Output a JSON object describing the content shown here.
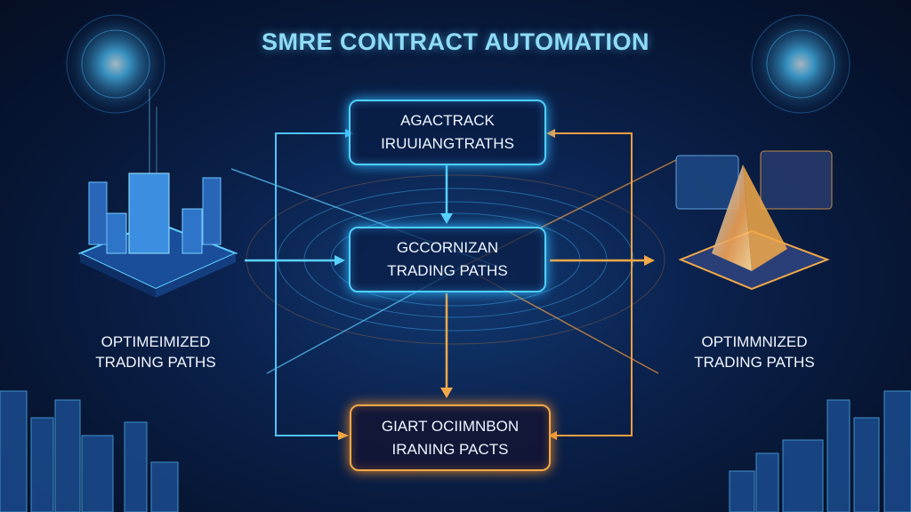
{
  "title": "SMRE CONTRACT AUTOMATION",
  "boxes": [
    {
      "line1": "AGACTRACK",
      "line2": "IRUUIANGTRATHS"
    },
    {
      "line1": "GCCORNIZAN",
      "line2": "TRADING PATHS"
    },
    {
      "line1": "GIART OCIIMNBON",
      "line2": "IRANING PACTS"
    }
  ],
  "left_label": {
    "line1": "OPTIMEIMIZED",
    "line2": "TRADING PATHS"
  },
  "right_label": {
    "line1": "OPTIMMNIZED",
    "line2": "TRADING PATHS"
  },
  "colors": {
    "blue_accent": "#4fd0ff",
    "orange_accent": "#f3a948",
    "title": "#8fdcf7"
  }
}
